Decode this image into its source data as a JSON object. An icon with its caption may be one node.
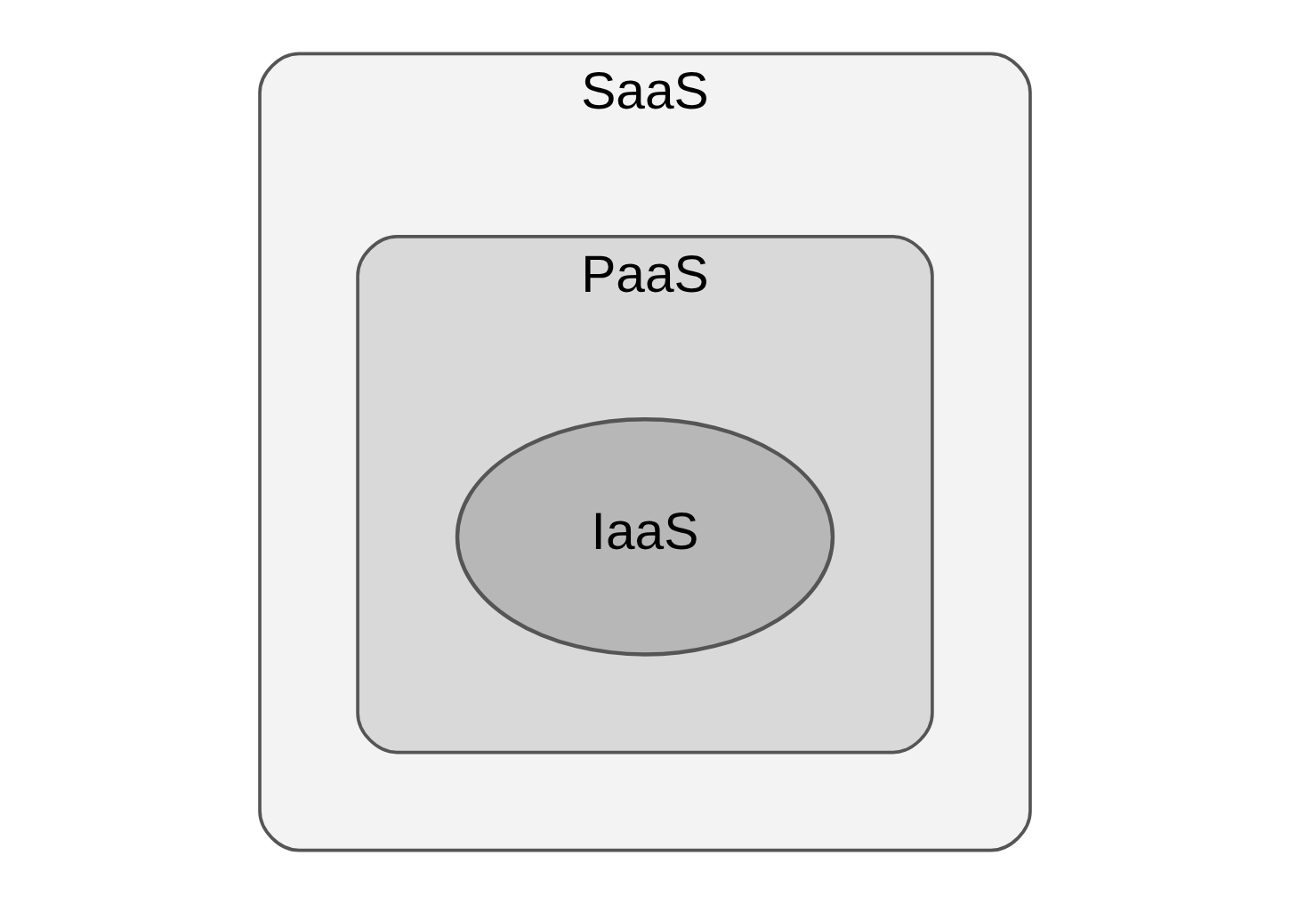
{
  "diagram": {
    "nodes": [
      {
        "text": [
          "SaaS"
        ]
      },
      {
        "text": [
          "PaaS"
        ],
        "in": 0
      },
      {
        "text": [
          "IaaS"
        ],
        "in": 1
      }
    ]
  }
}
